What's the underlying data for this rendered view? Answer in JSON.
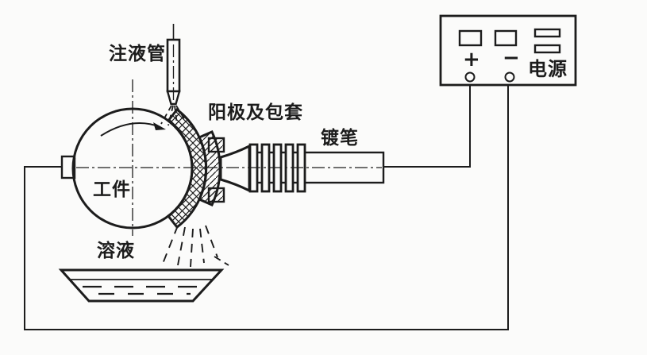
{
  "diagram": {
    "labels": {
      "injection_tube": "注液管",
      "anode_sheath": "阳极及包套",
      "plating_pen": "镀笔",
      "workpiece": "工件",
      "solution": "溶液",
      "power_supply": "电源",
      "plus": "+",
      "minus": "−"
    },
    "colors": {
      "line": "#1c1c1c",
      "background": "#fbfbfa"
    }
  }
}
